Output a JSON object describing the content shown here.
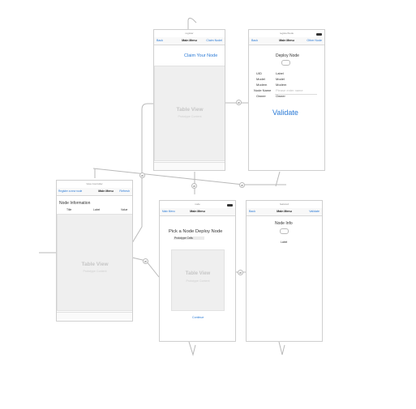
{
  "scenes": {
    "register": {
      "title": "register",
      "nav_left": "Back",
      "nav_title": "Main Menu",
      "nav_right": "Claim Nodel",
      "header": "Claim Your Node",
      "table_view": "Table View",
      "prototype": "Prototype Content"
    },
    "register_node": {
      "title": "registerNode",
      "nav_left": "Back",
      "nav_title": "Main Menu",
      "nav_right": "Other Node",
      "header": "Deploy Node",
      "rows": [
        {
          "label": "UID",
          "value": "Label"
        },
        {
          "label": "Model",
          "value": "Model"
        },
        {
          "label": "Modem",
          "value": "Modem"
        },
        {
          "label": "Node Name",
          "value": "Please enter name"
        },
        {
          "label": "Owner",
          "value": "Owner"
        }
      ],
      "validate": "Validate"
    },
    "view_controller": {
      "title": "View Controller",
      "nav_left": "Register a new node",
      "nav_title": "Main Menu",
      "nav_right": "Refresh",
      "header": "Node Information",
      "cols": [
        "Title",
        "Label",
        "Value"
      ],
      "table_view": "Table View",
      "prototype": "Prototype Content"
    },
    "node": {
      "title": "node",
      "nav_left": "Main Menu",
      "nav_title": "Main Menu",
      "header": "Pick a Node Deploy Node",
      "prototype_cells": "Prototype Cells",
      "table_view": "Table View",
      "prototype": "Prototype Content",
      "bottom": "Continue"
    },
    "featured": {
      "title": "featured",
      "nav_left": "Back",
      "nav_title": "Main Menu",
      "nav_right": "Validate",
      "header": "Node Info",
      "sub": "Label"
    }
  }
}
